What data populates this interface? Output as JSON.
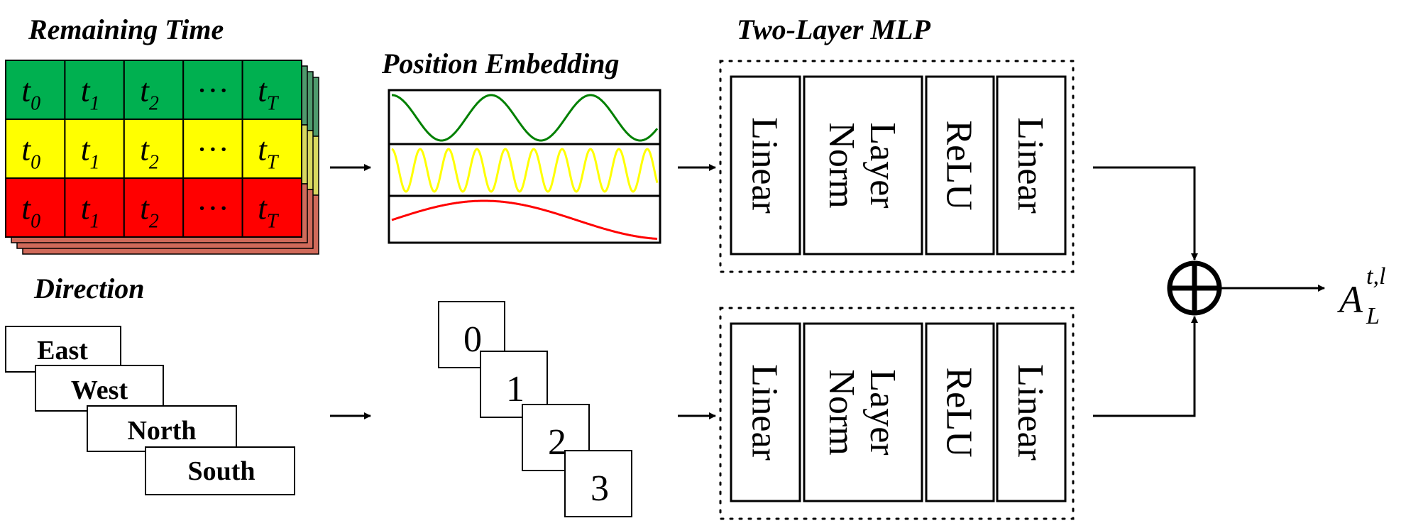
{
  "titles": {
    "remaining_time": "Remaining Time",
    "position_embedding": "Position Embedding",
    "two_layer_mlp": "Two-Layer MLP",
    "direction": "Direction"
  },
  "time_grid": {
    "rows": [
      {
        "color": "#00b050",
        "cells": [
          {
            "base": "t",
            "sub": "0"
          },
          {
            "base": "t",
            "sub": "1"
          },
          {
            "base": "t",
            "sub": "2"
          },
          {
            "base": "···",
            "sub": ""
          },
          {
            "base": "t",
            "sub": "T"
          }
        ]
      },
      {
        "color": "#ffff00",
        "cells": [
          {
            "base": "t",
            "sub": "0"
          },
          {
            "base": "t",
            "sub": "1"
          },
          {
            "base": "t",
            "sub": "2"
          },
          {
            "base": "···",
            "sub": ""
          },
          {
            "base": "t",
            "sub": "T"
          }
        ]
      },
      {
        "color": "#ff0000",
        "cells": [
          {
            "base": "t",
            "sub": "0"
          },
          {
            "base": "t",
            "sub": "1"
          },
          {
            "base": "t",
            "sub": "2"
          },
          {
            "base": "···",
            "sub": ""
          },
          {
            "base": "t",
            "sub": "T"
          }
        ]
      }
    ]
  },
  "wave_colors": [
    "#008000",
    "#ffff00",
    "#ff0000"
  ],
  "directions": [
    "East",
    "West",
    "North",
    "South"
  ],
  "direction_indices": [
    "0",
    "1",
    "2",
    "3"
  ],
  "mlp_layers": [
    "Linear",
    "Layer\nNorm",
    "ReLU",
    "Linear"
  ],
  "output": {
    "base": "A",
    "sub": "L",
    "sup": "t,l"
  }
}
